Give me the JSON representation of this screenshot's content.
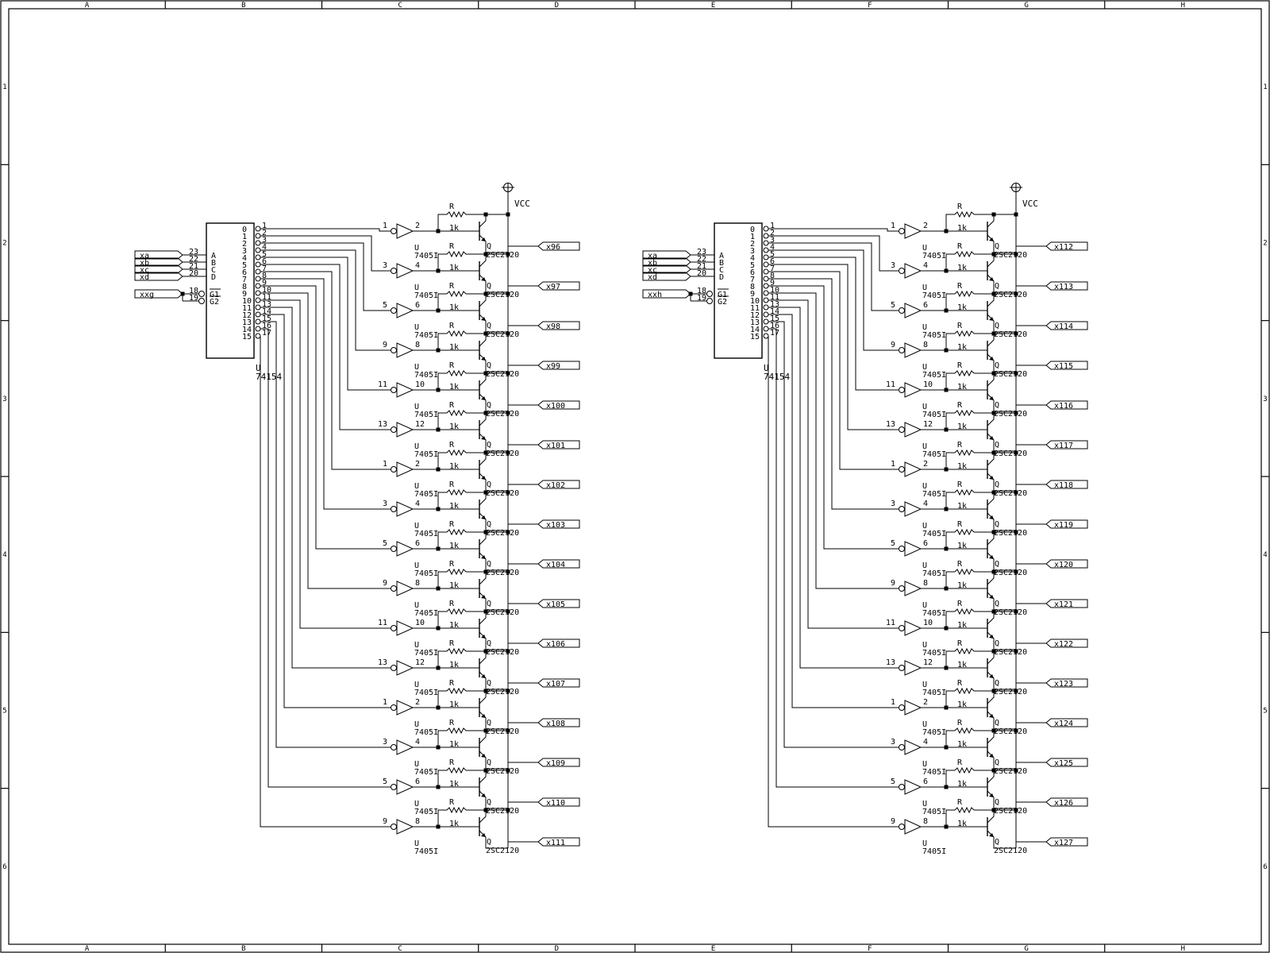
{
  "frame": {
    "columns": [
      "A",
      "B",
      "C",
      "D",
      "E",
      "F",
      "G",
      "H"
    ],
    "rows": [
      "1",
      "2",
      "3",
      "4",
      "5",
      "6"
    ]
  },
  "blocks": [
    {
      "decoder": {
        "ref": "U",
        "part": "74154",
        "select_inputs": [
          "xa",
          "xb",
          "xc",
          "xd"
        ],
        "select_pins": [
          "23",
          "22",
          "21",
          "20"
        ],
        "select_names": [
          "A",
          "B",
          "C",
          "D"
        ],
        "enable_input": "xxg",
        "enable_pins": [
          "18",
          "19"
        ],
        "enable_names": [
          "G1",
          "G2"
        ],
        "output_names": [
          "0",
          "1",
          "2",
          "3",
          "4",
          "5",
          "6",
          "7",
          "8",
          "9",
          "10",
          "11",
          "12",
          "13",
          "14",
          "15"
        ],
        "output_pins": [
          "1",
          "2",
          "3",
          "4",
          "5",
          "6",
          "7",
          "8",
          "9",
          "10",
          "11",
          "13",
          "14",
          "15",
          "16",
          "17"
        ]
      },
      "supply": "VCC",
      "channels": [
        {
          "in_pin": "1",
          "out_pin": "2",
          "net": "x96"
        },
        {
          "in_pin": "3",
          "out_pin": "4",
          "net": "x97"
        },
        {
          "in_pin": "5",
          "out_pin": "6",
          "net": "x98"
        },
        {
          "in_pin": "9",
          "out_pin": "8",
          "net": "x99"
        },
        {
          "in_pin": "11",
          "out_pin": "10",
          "net": "x100"
        },
        {
          "in_pin": "13",
          "out_pin": "12",
          "net": "x101"
        },
        {
          "in_pin": "1",
          "out_pin": "2",
          "net": "x102"
        },
        {
          "in_pin": "3",
          "out_pin": "4",
          "net": "x103"
        },
        {
          "in_pin": "5",
          "out_pin": "6",
          "net": "x104"
        },
        {
          "in_pin": "9",
          "out_pin": "8",
          "net": "x105"
        },
        {
          "in_pin": "11",
          "out_pin": "10",
          "net": "x106"
        },
        {
          "in_pin": "13",
          "out_pin": "12",
          "net": "x107"
        },
        {
          "in_pin": "1",
          "out_pin": "2",
          "net": "x108"
        },
        {
          "in_pin": "3",
          "out_pin": "4",
          "net": "x109"
        },
        {
          "in_pin": "5",
          "out_pin": "6",
          "net": "x110"
        },
        {
          "in_pin": "9",
          "out_pin": "8",
          "net": "x111"
        }
      ]
    },
    {
      "decoder": {
        "ref": "U",
        "part": "74154",
        "select_inputs": [
          "xa",
          "xb",
          "xc",
          "xd"
        ],
        "select_pins": [
          "23",
          "22",
          "21",
          "20"
        ],
        "select_names": [
          "A",
          "B",
          "C",
          "D"
        ],
        "enable_input": "xxh",
        "enable_pins": [
          "18",
          "19"
        ],
        "enable_names": [
          "G1",
          "G2"
        ],
        "output_names": [
          "0",
          "1",
          "2",
          "3",
          "4",
          "5",
          "6",
          "7",
          "8",
          "9",
          "10",
          "11",
          "12",
          "13",
          "14",
          "15"
        ],
        "output_pins": [
          "1",
          "2",
          "3",
          "4",
          "5",
          "6",
          "7",
          "8",
          "9",
          "10",
          "11",
          "13",
          "14",
          "15",
          "16",
          "17"
        ]
      },
      "supply": "VCC",
      "channels": [
        {
          "in_pin": "1",
          "out_pin": "2",
          "net": "x112"
        },
        {
          "in_pin": "3",
          "out_pin": "4",
          "net": "x113"
        },
        {
          "in_pin": "5",
          "out_pin": "6",
          "net": "x114"
        },
        {
          "in_pin": "9",
          "out_pin": "8",
          "net": "x115"
        },
        {
          "in_pin": "11",
          "out_pin": "10",
          "net": "x116"
        },
        {
          "in_pin": "13",
          "out_pin": "12",
          "net": "x117"
        },
        {
          "in_pin": "1",
          "out_pin": "2",
          "net": "x118"
        },
        {
          "in_pin": "3",
          "out_pin": "4",
          "net": "x119"
        },
        {
          "in_pin": "5",
          "out_pin": "6",
          "net": "x120"
        },
        {
          "in_pin": "9",
          "out_pin": "8",
          "net": "x121"
        },
        {
          "in_pin": "11",
          "out_pin": "10",
          "net": "x122"
        },
        {
          "in_pin": "13",
          "out_pin": "12",
          "net": "x123"
        },
        {
          "in_pin": "1",
          "out_pin": "2",
          "net": "x124"
        },
        {
          "in_pin": "3",
          "out_pin": "4",
          "net": "x125"
        },
        {
          "in_pin": "5",
          "out_pin": "6",
          "net": "x126"
        },
        {
          "in_pin": "9",
          "out_pin": "8",
          "net": "x127"
        }
      ]
    }
  ],
  "components": {
    "inverter_ref": "U",
    "inverter_part": "7405I",
    "resistor_ref": "R",
    "resistor_value": "1k",
    "transistor_ref": "Q",
    "transistor_part": "2SC2120"
  }
}
